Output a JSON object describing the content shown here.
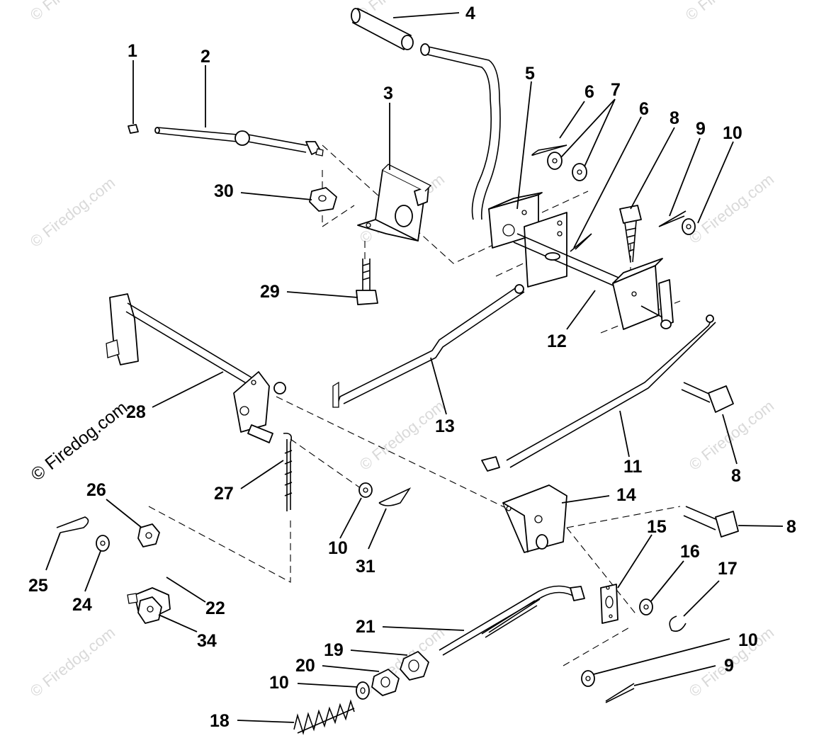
{
  "watermark": {
    "brand": "© Firedog.com",
    "faint": "© Firedog.com"
  },
  "callouts": {
    "c1": "1",
    "c2": "2",
    "c3": "3",
    "c4": "4",
    "c5": "5",
    "c6a": "6",
    "c6b": "6",
    "c7": "7",
    "c8a": "8",
    "c8b": "8",
    "c8c": "8",
    "c9a": "9",
    "c9b": "9",
    "c10a": "10",
    "c10b": "10",
    "c10c": "10",
    "c10d": "10",
    "c11": "11",
    "c12": "12",
    "c13": "13",
    "c14": "14",
    "c15": "15",
    "c16": "16",
    "c17": "17",
    "c18": "18",
    "c19": "19",
    "c20": "20",
    "c21": "21",
    "c22": "22",
    "c24": "24",
    "c25": "25",
    "c26": "26",
    "c27": "27",
    "c28": "28",
    "c29": "29",
    "c30": "30",
    "c31": "31",
    "c34": "34"
  }
}
